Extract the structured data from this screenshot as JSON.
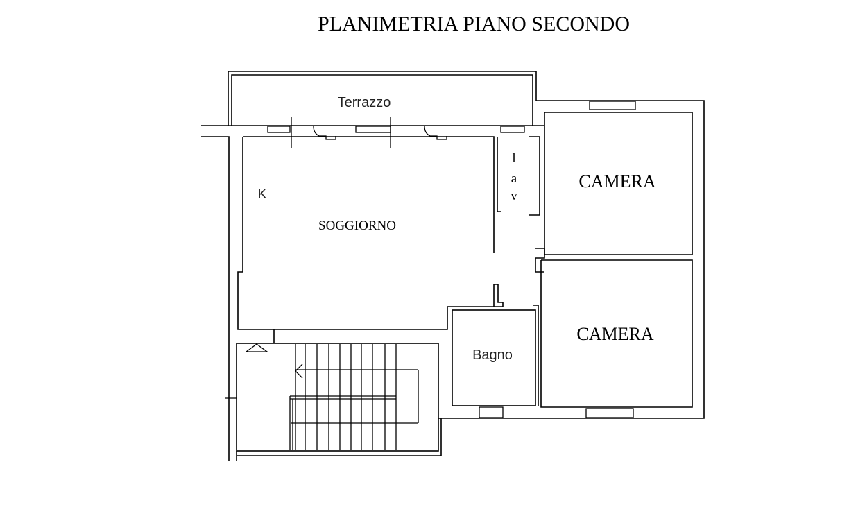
{
  "title": "PLANIMETRIA PIANO SECONDO",
  "rooms": {
    "terrace": "Terrazzo",
    "living": "SOGGIORNO",
    "kitchen_mark": "K",
    "laundry": [
      "l",
      "a",
      "v"
    ],
    "bedroom_1": "CAMERA",
    "bedroom_2": "CAMERA",
    "bathroom": "Bagno"
  },
  "colors": {
    "line": "#000000",
    "background": "#ffffff"
  }
}
